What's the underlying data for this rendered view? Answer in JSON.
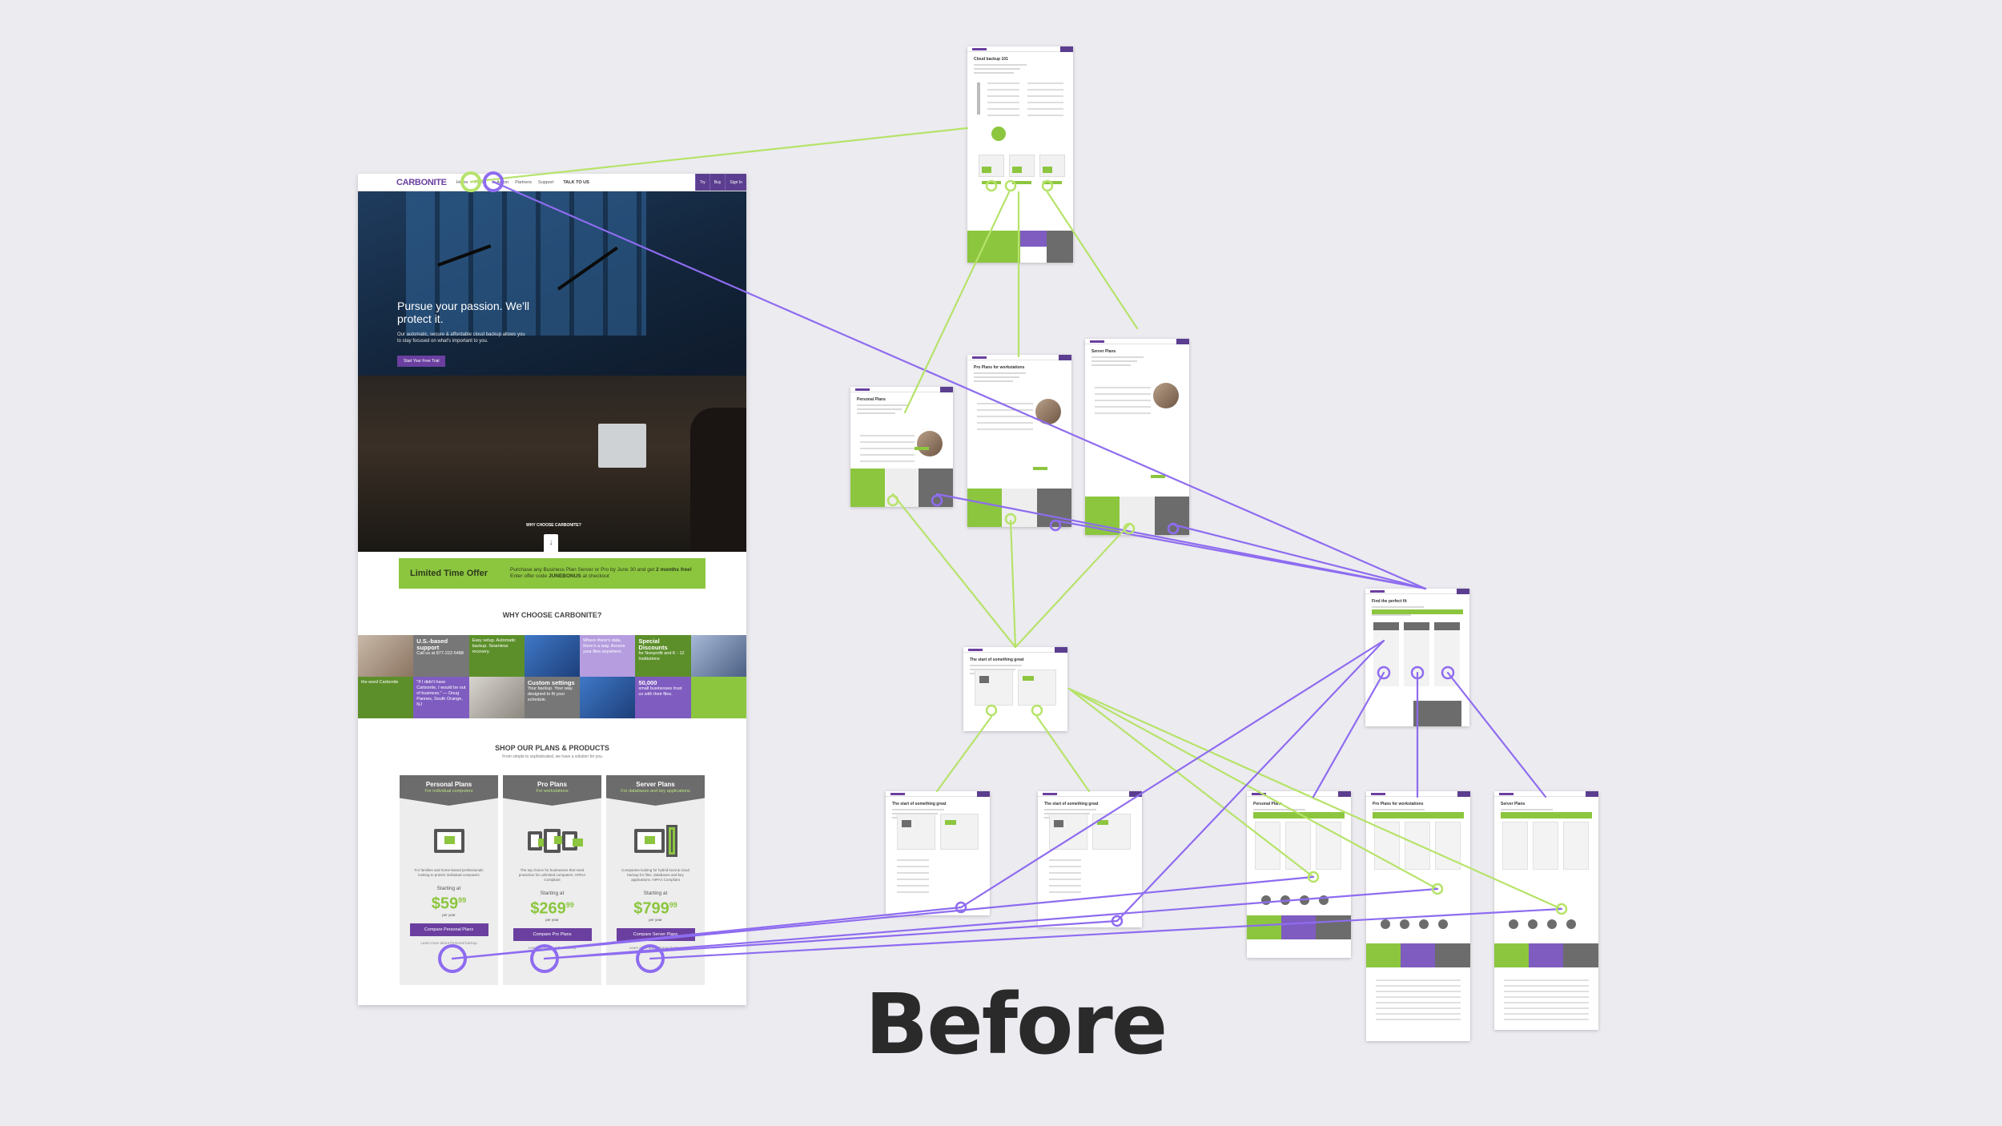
{
  "caption": "Before",
  "colors": {
    "background": "#ecebf0",
    "brand_purple": "#6b3fa0",
    "brand_green": "#8cc63f",
    "link_green": "#b6e36a",
    "link_purple": "#8e6cf0",
    "caption": "#2a2a2a"
  },
  "homepage": {
    "nav": {
      "logo": "CARBONITE",
      "items": [
        "Home",
        "Plans",
        "In Action",
        "Partners",
        "Support"
      ],
      "phone": "TALK TO US",
      "buttons": [
        "Try",
        "Buy",
        "Sign In"
      ]
    },
    "hero": {
      "title": "Pursue your passion. We'll protect it.",
      "subtitle": "Our automatic, secure & affordable cloud backup allows you to stay focused on what's important to you.",
      "cta": "Start Your Free Trial",
      "why_link": "WHY CHOOSE CARBONITE?"
    },
    "offer": {
      "title": "Limited Time Offer",
      "line1": "Purchase any Business Plan Server or Pro by June 30 and get",
      "line2_bold": "2 months free!",
      "line2": "Enter offer code",
      "code": "JUNEBONUS",
      "line2_end": "at checkout"
    },
    "why": {
      "heading": "WHY CHOOSE CARBONITE?",
      "tiles": [
        {
          "style": "t-photo1",
          "title": "",
          "text": ""
        },
        {
          "style": "t-gray",
          "title": "U.S.-based support",
          "text": "Call us at 877-222-5488"
        },
        {
          "style": "t-dgreen",
          "title": "",
          "text": "Easy setup. Automatic backup. Seamless recovery."
        },
        {
          "style": "t-photo2",
          "title": "",
          "text": ""
        },
        {
          "style": "t-lpurple",
          "title": "",
          "text": "Where there's data, there's a way. Access your files anywhere."
        },
        {
          "style": "t-dgreen",
          "title": "Special Discounts",
          "text": "for Nonprofit and K - 12 Institutions"
        },
        {
          "style": "t-photo3",
          "title": "",
          "text": ""
        },
        {
          "style": "t-dgreen",
          "title": "",
          "text": "the word Carbonite"
        },
        {
          "style": "t-purple",
          "title": "",
          "text": "\"If I didn't have Carbonite, I would be out of business.\" — Doug Pannes, South Orange, NJ"
        },
        {
          "style": "t-photo4",
          "title": "",
          "text": ""
        },
        {
          "style": "t-gray",
          "title": "Custom settings",
          "text": "Your backup. Your way. designed to fit your schedule."
        },
        {
          "style": "t-photo2",
          "title": "",
          "text": ""
        },
        {
          "style": "t-purple",
          "title": "50,000",
          "text": "small businesses trust us with their files."
        },
        {
          "style": "t-green",
          "title": "",
          "text": ""
        }
      ]
    },
    "shop": {
      "heading": "SHOP OUR PLANS & PRODUCTS",
      "subheading": "From simple to sophisticated, we have a solution for you",
      "plans": [
        {
          "name": "Personal Plans",
          "for": "For individual computers",
          "desc": "For families and home-based professionals looking to protect individual computers",
          "starting": "Starting at",
          "price": "$59",
          "cents": "99",
          "per": "per year",
          "button": "Compare Personal Plans",
          "more": "Learn more about Personal backup"
        },
        {
          "name": "Pro Plans",
          "for": "For workstations",
          "desc": "The top choice for businesses that need protection for unlimited computers. HIPAA Compliant",
          "starting": "Starting at",
          "price": "$269",
          "cents": "99",
          "per": "per year",
          "button": "Compare Pro Plans",
          "more": "Learn more about Pro backup"
        },
        {
          "name": "Server Plans",
          "for": "For databases and key applications",
          "desc": "Companies looking for hybrid local & cloud backup for files, databases and key applications. HIPAA Compliant",
          "starting": "Starting at",
          "price": "$799",
          "cents": "99",
          "per": "per year",
          "button": "Compare Server Plans",
          "more": "Learn more about Server backup"
        }
      ]
    }
  },
  "thumbnails": [
    {
      "id": "cloud-backup-101",
      "title": "Cloud backup 101"
    },
    {
      "id": "personal-plans",
      "title": "Personal Plans"
    },
    {
      "id": "pro-plans",
      "title": "Pro Plans for workstations"
    },
    {
      "id": "server-plans",
      "title": "Server Plans"
    },
    {
      "id": "find-the-perfect-fit",
      "title": "Find the perfect fit"
    },
    {
      "id": "trial-start-1",
      "title": "The start of something great"
    },
    {
      "id": "trial-start-2",
      "title": "The start of something great"
    },
    {
      "id": "trial-start-3",
      "title": "The start of something great"
    },
    {
      "id": "compare-personal",
      "title": "Personal Plans"
    },
    {
      "id": "compare-pro",
      "title": "Pro Plans for workstations"
    },
    {
      "id": "compare-server",
      "title": "Server Plans"
    }
  ]
}
